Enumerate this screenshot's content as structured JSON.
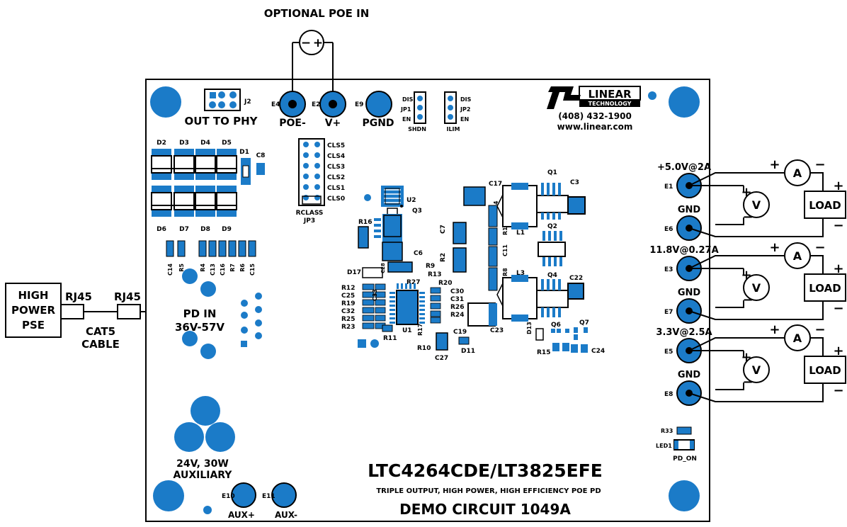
{
  "header": {
    "optional_poe_in": "OPTIONAL POE IN"
  },
  "pse": {
    "line1": "HIGH",
    "line2": "POWER",
    "line3": "PSE",
    "rj45_left": "RJ45",
    "rj45_right": "RJ45",
    "cable_line1": "CAT5",
    "cable_line2": "CABLE"
  },
  "board": {
    "out_to_phy": "OUT TO PHY",
    "j2": "J2",
    "e4": "E4",
    "poe_minus": "POE-",
    "e2": "E2",
    "v_plus": "V+",
    "e9": "E9",
    "pgnd": "PGND",
    "jp1": {
      "dis": "DIS",
      "name": "JP1",
      "en": "EN",
      "caption": "SHDN"
    },
    "jp2": {
      "dis": "DIS",
      "name": "JP2",
      "en": "EN",
      "caption": "ILIM"
    },
    "logo_text": "LINEAR",
    "logo_sub": "TECHNOLOGY",
    "phone": "(408) 432-1900",
    "web": "www.linear.com",
    "cls_labels": [
      "CLS5",
      "CLS4",
      "CLS3",
      "CLS2",
      "CLS1",
      "CLS0"
    ],
    "rclass": "RCLASS",
    "jp3": "JP3",
    "diodes_top": [
      "D2",
      "D3",
      "D4",
      "D5"
    ],
    "d1": "D1",
    "c8": "C8",
    "diodes_bottom": [
      "D6",
      "D7",
      "D8",
      "D9"
    ],
    "small_parts": [
      "C14",
      "R5",
      "R4",
      "C13",
      "C16",
      "R7",
      "R6",
      "C15"
    ],
    "pd_in_line1": "PD IN",
    "pd_in_line2": "36V-57V",
    "aux_line1": "24V, 30W",
    "aux_line2": "AUXILIARY",
    "e10": "E10",
    "aux_plus": "AUX+",
    "e11": "E11",
    "aux_minus": "AUX-",
    "comp": {
      "u2": "U2",
      "q3": "Q3",
      "r16": "R16",
      "c6": "C6",
      "r9": "R9",
      "d17": "D17",
      "c28": "C28",
      "r13": "R13",
      "r27": "R27",
      "r20": "R20",
      "r12": "R12",
      "c25": "C25",
      "r19": "R19",
      "c32": "C32",
      "r25": "R25",
      "r23": "R23",
      "c33": "C33",
      "c30": "C30",
      "c31": "C31",
      "r26": "R26",
      "r24": "R24",
      "c19": "C19",
      "u1": "U1",
      "r11": "R11",
      "r17": "R17",
      "r10": "R10",
      "c27": "C27",
      "d11": "D11",
      "c7": "C7",
      "r2": "R2",
      "c17": "C17",
      "c4": "C4",
      "r1": "R1",
      "c11": "C11",
      "r8": "R8",
      "l1": "L1",
      "l3": "L3",
      "q1": "Q1",
      "c3": "C3",
      "q2": "Q2",
      "q4": "Q4",
      "c22": "C22",
      "c23": "C23",
      "d13": "D13",
      "q6": "Q6",
      "q7": "Q7",
      "r15": "R15",
      "c24": "C24",
      "r33": "R33",
      "led1": "LED1",
      "pd_on": "PD_ON"
    },
    "title": "LTC4264CDE/LT3825EFE",
    "subtitle": "TRIPLE OUTPUT, HIGH POWER, HIGH EFFICIENCY POE PD",
    "demo": "DEMO CIRCUIT 1049A"
  },
  "outputs": [
    {
      "rating": "+5.0V@2A",
      "e": "E1",
      "gnd": "GND",
      "eg": "E6"
    },
    {
      "rating": "11.8V@0.27A",
      "e": "E3",
      "gnd": "GND",
      "eg": "E7"
    },
    {
      "rating": "3.3V@2.5A",
      "e": "E5",
      "gnd": "GND",
      "eg": "E8"
    }
  ],
  "meter": {
    "ammeter": "A",
    "voltmeter": "V",
    "load": "LOAD",
    "plus": "+",
    "minus": "−"
  },
  "colors": {
    "pad": "#1b7bc8",
    "ink": "#000000"
  }
}
